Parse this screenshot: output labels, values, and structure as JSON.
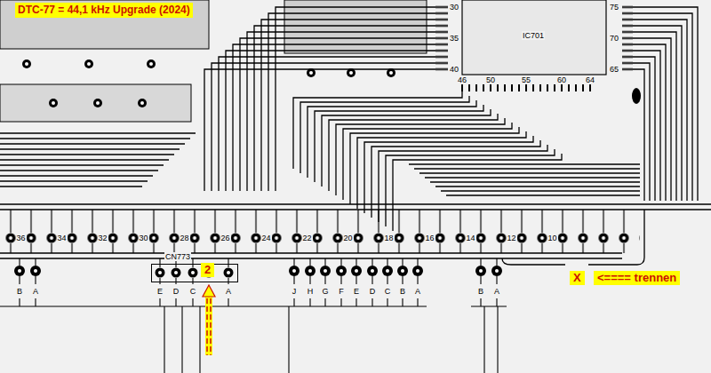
{
  "diagram": {
    "title": "DTC-77 = 44,1 kHz Upgrade (2024)",
    "nodes": [
      {
        "text": [
          "CN773"
        ]
      },
      {
        "text": [
          "2"
        ],
        "in": 0
      },
      {
        "text": [
          "X"
        ]
      },
      {
        "text": [
          "<==== trennen"
        ]
      }
    ],
    "labels": [
      "IC701",
      "30",
      "35",
      "40",
      "46",
      "50",
      "55",
      "60",
      "64",
      "75",
      "70",
      "65",
      "36",
      "34",
      "32",
      "30",
      "28",
      "26",
      "24",
      "22",
      "20",
      "18",
      "16",
      "14",
      "12",
      "10",
      "B",
      "A",
      "E",
      "D",
      "C",
      "A",
      "J",
      "H",
      "G",
      "F",
      "E",
      "D",
      "C",
      "B",
      "A",
      "B",
      "A"
    ]
  }
}
